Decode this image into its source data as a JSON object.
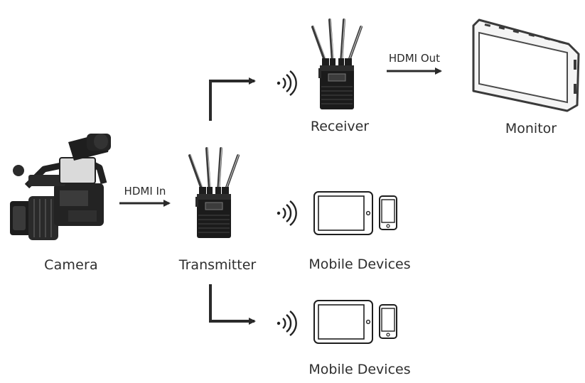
{
  "nodes": {
    "camera": "Camera",
    "transmitter": "Transmitter",
    "receiver": "Receiver",
    "monitor": "Monitor",
    "mobile_devices_1": "Mobile Devices",
    "mobile_devices_2": "Mobile Devices"
  },
  "edges": {
    "hdmi_in": "HDMI In",
    "hdmi_out": "HDMI Out"
  },
  "icons": [
    "camcorder-icon",
    "transmitter-icon",
    "receiver-icon",
    "monitor-icon",
    "tablet-icon",
    "phone-icon",
    "wireless-signal-icon"
  ],
  "colors": {
    "line": "#2a2a2a",
    "device": "#1f1f1f",
    "screen_outline": "#5a5a5a"
  }
}
